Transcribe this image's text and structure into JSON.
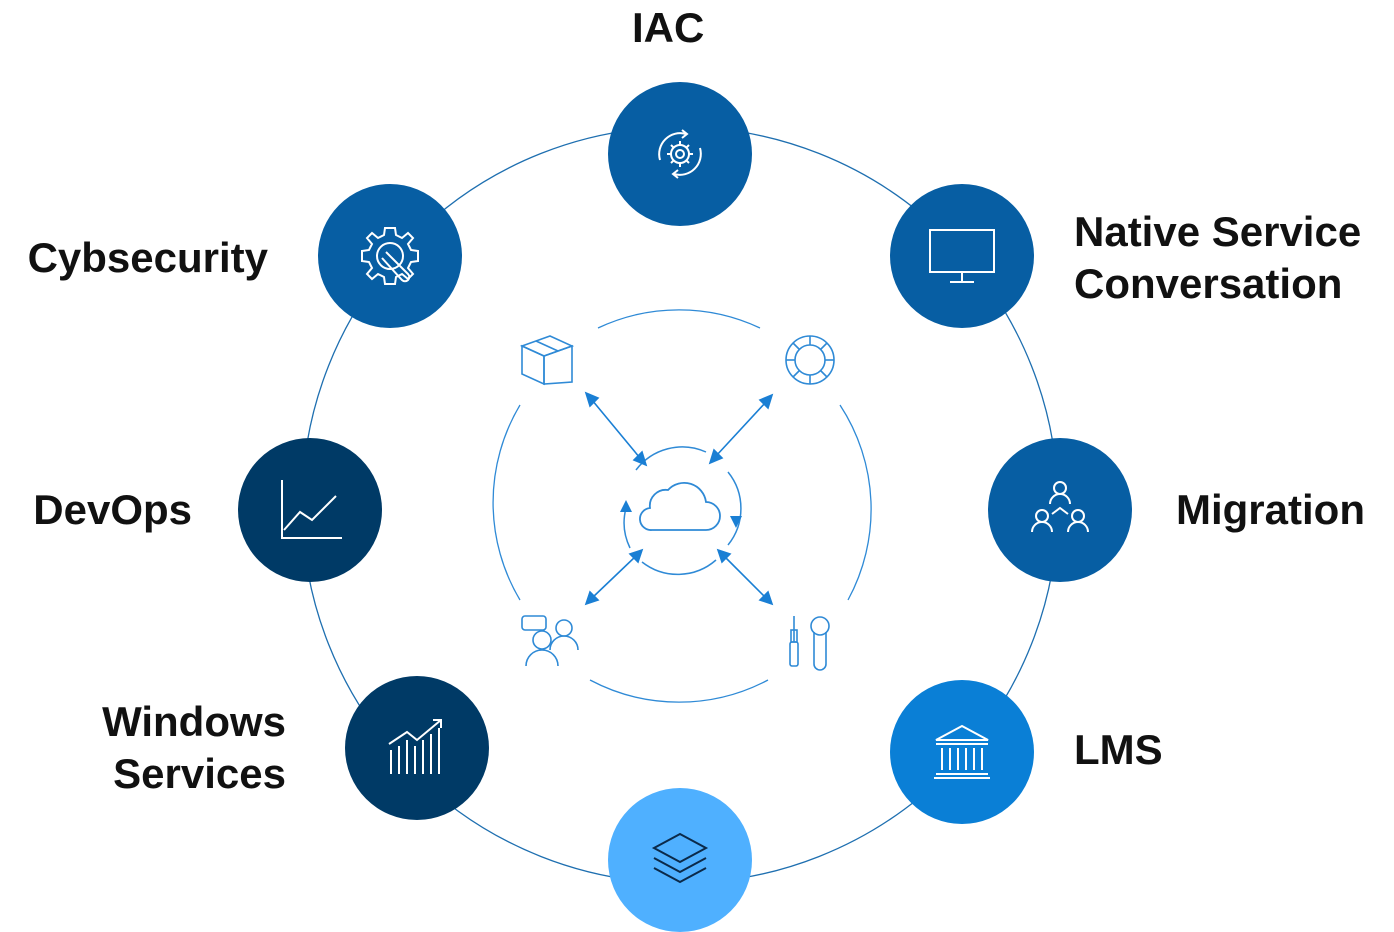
{
  "colors": {
    "ring_line": "#1e6fb0",
    "inner_line": "#2f8ad6",
    "arrow": "#1a7fd4",
    "node_mid": "#075ea3",
    "node_dark": "#003a66",
    "node_lms": "#0a7fd6",
    "node_light": "#4fb0ff"
  },
  "nodes": [
    {
      "id": "iac",
      "label": "IAC",
      "icon": "gear-refresh-icon",
      "color": "#075ea3"
    },
    {
      "id": "native",
      "label_line1": "Native Service",
      "label_line2": "Conversation",
      "icon": "monitor-icon",
      "color": "#075ea3"
    },
    {
      "id": "migration",
      "label": "Migration",
      "icon": "people-network-icon",
      "color": "#075ea3"
    },
    {
      "id": "lms",
      "label": "LMS",
      "icon": "bank-icon",
      "color": "#0a7fd6"
    },
    {
      "id": "layers",
      "label": "",
      "icon": "layers-icon",
      "color": "#4fb0ff"
    },
    {
      "id": "windows",
      "label_line1": "Windows",
      "label_line2": "Services",
      "icon": "growth-chart-icon",
      "color": "#003a66"
    },
    {
      "id": "devops",
      "label": "DevOps",
      "icon": "line-chart-icon",
      "color": "#003a66"
    },
    {
      "id": "cyber",
      "label": "Cybsecurity",
      "icon": "gear-wrench-icon",
      "color": "#075ea3"
    }
  ],
  "center": {
    "icon": "cloud-icon",
    "satellites": [
      "package-icon",
      "virus-gear-icon",
      "team-chat-icon",
      "tools-icon"
    ]
  }
}
